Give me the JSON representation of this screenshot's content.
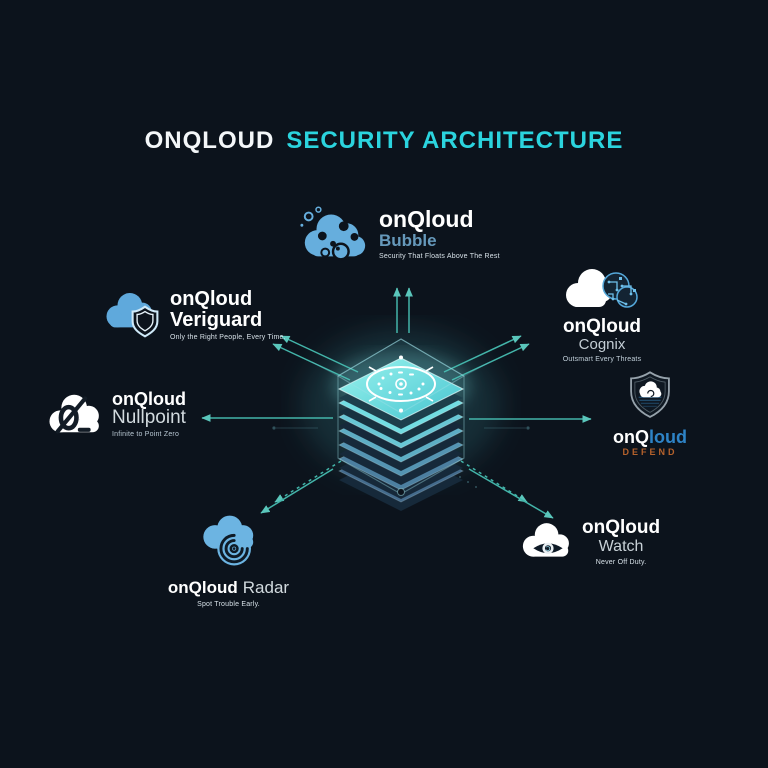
{
  "title": {
    "brand": "ONQLOUD",
    "rest": "SECURITY ARCHITECTURE"
  },
  "nodes": {
    "bubble": {
      "brand": "onQloud",
      "product": "Bubble",
      "tagline": "Security That Floats Above The Rest"
    },
    "veriguard": {
      "brand": "onQloud",
      "product": "Veriguard",
      "tagline": "Only the Right People, Every Time."
    },
    "nullpoint": {
      "brand": "onQloud",
      "product": "Nullpoint",
      "tagline": "Infinite to Point Zero"
    },
    "radar": {
      "brand": "onQloud",
      "product": "Radar",
      "tagline": "Spot Trouble Early."
    },
    "cognix": {
      "brand": "onQloud",
      "product": "Cognix",
      "tagline": "Outsmart Every Threats"
    },
    "defend": {
      "brand_prefix": "onQ",
      "brand_suffix": "loud",
      "product": "DEFEND"
    },
    "watch": {
      "brand": "onQloud",
      "product": "Watch",
      "tagline": "Never Off Duty."
    }
  },
  "colors": {
    "background": "#0c131c",
    "accent_cyan": "#2bd4de",
    "cloud_blue": "#66aedd",
    "connector_teal": "#46bdb1",
    "defend_orange": "#b5622c",
    "defend_blue": "#2e83c6",
    "core_glow": "#5fd8dc"
  }
}
